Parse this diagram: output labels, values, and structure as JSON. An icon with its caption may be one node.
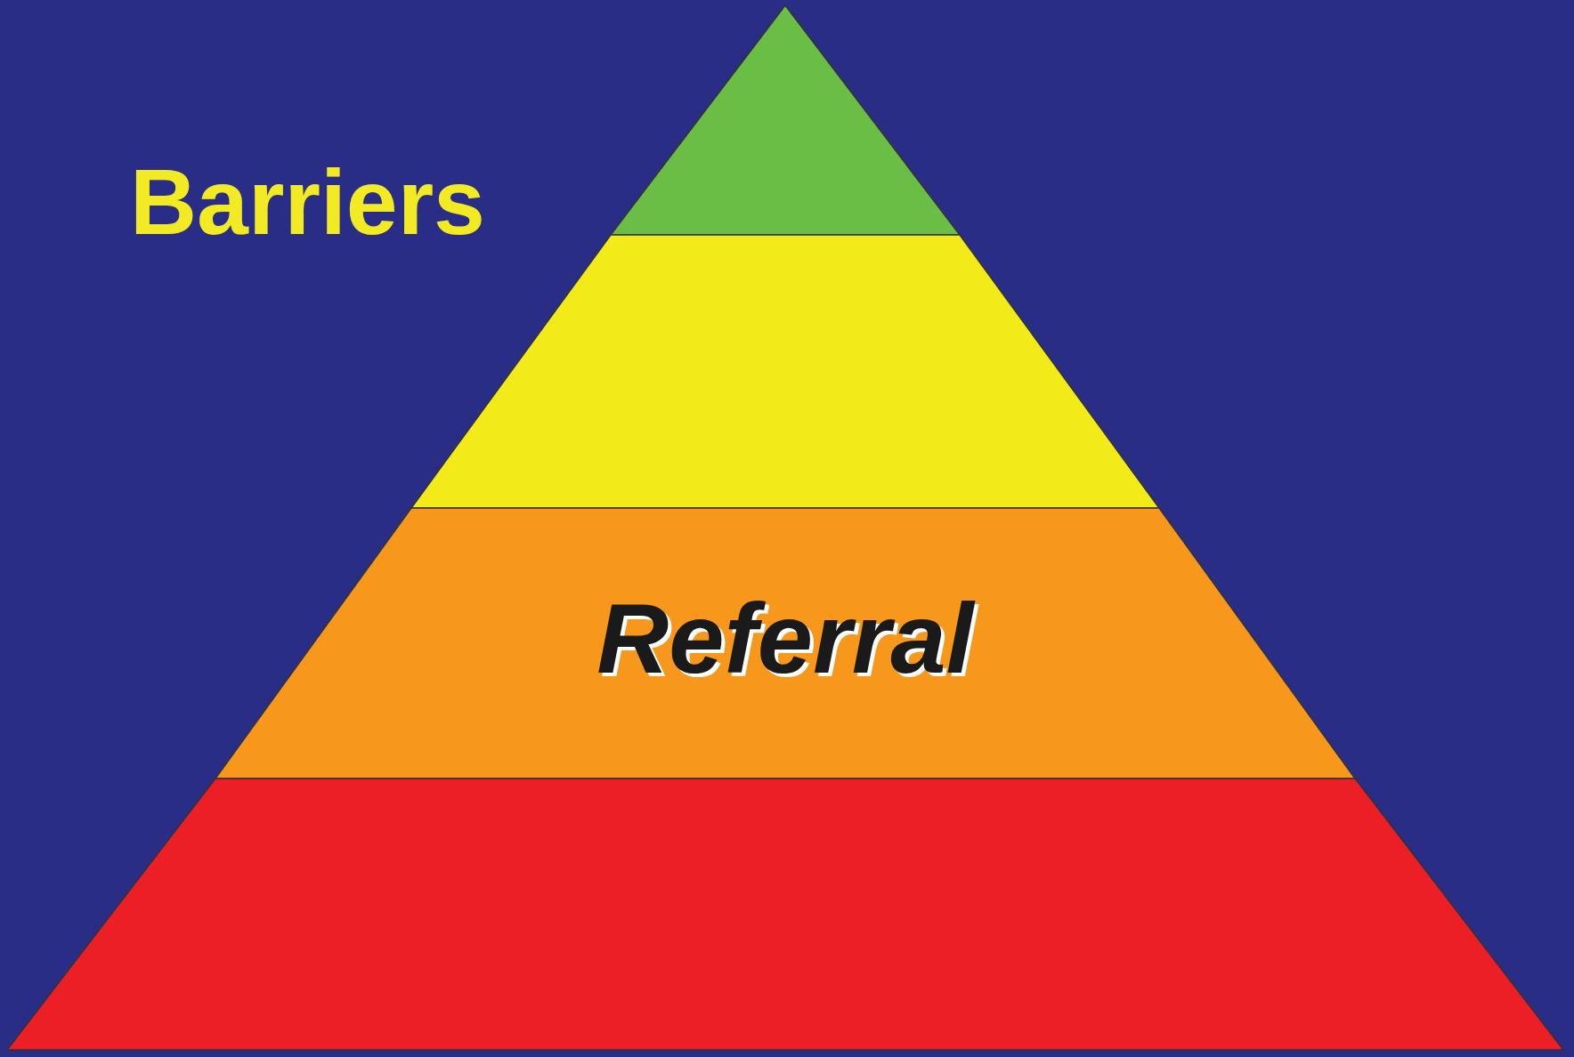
{
  "diagram": {
    "nodes": [
      {
        "text": [],
        "shape": "triangle"
      },
      {
        "text": [],
        "shape": "trapezoid"
      },
      {
        "text": [
          "Referral"
        ]
      },
      {
        "text": [],
        "shape": "trapezoid"
      }
    ],
    "labels": [
      "Barriers"
    ]
  }
}
